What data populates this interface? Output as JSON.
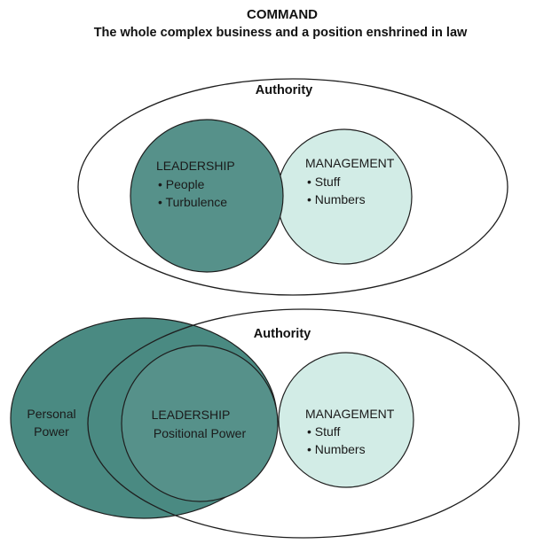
{
  "header": {
    "title": "COMMAND",
    "subtitle": "The whole complex business and a position enshrined in law"
  },
  "colors": {
    "leadership_fill": "#56918a",
    "management_fill": "#d2ece6",
    "personal_power_fill": "#4a8a82",
    "outline": "#1e1e1e",
    "background": "#ffffff"
  },
  "top_diagram": {
    "authority_label": "Authority",
    "leadership": {
      "heading": "LEADERSHIP",
      "items": [
        "• People",
        "• Turbulence"
      ]
    },
    "management": {
      "heading": "MANAGEMENT",
      "items": [
        "• Stuff",
        "• Numbers"
      ]
    }
  },
  "bottom_diagram": {
    "authority_label": "Authority",
    "personal_power": {
      "lines": [
        "Personal",
        "Power"
      ]
    },
    "leadership": {
      "heading": "LEADERSHIP",
      "subheading": "Positional Power"
    },
    "management": {
      "heading": "MANAGEMENT",
      "items": [
        "• Stuff",
        "• Numbers"
      ]
    }
  }
}
